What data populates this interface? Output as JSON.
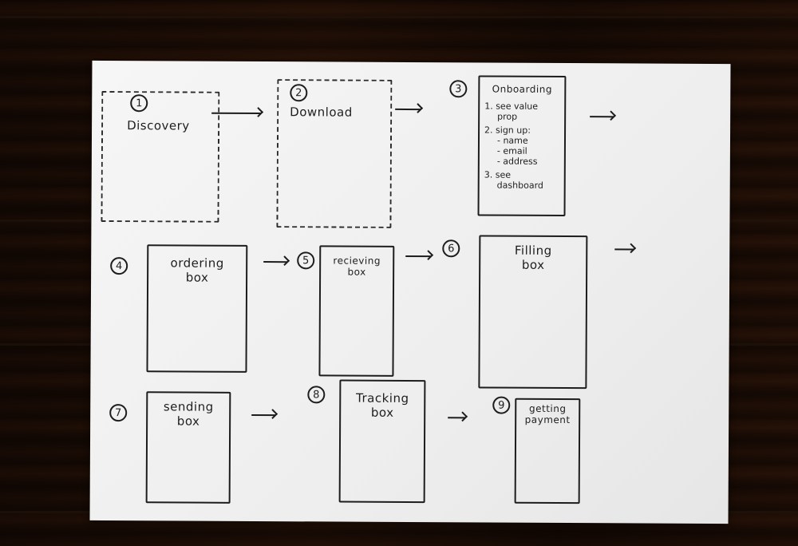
{
  "steps": [
    {
      "num": "1",
      "lines": [
        "Discovery"
      ]
    },
    {
      "num": "2",
      "lines": [
        "Download"
      ]
    },
    {
      "num": "3",
      "lines": [
        "Onboarding"
      ]
    },
    {
      "num": "4",
      "lines": [
        "ordering",
        "box"
      ]
    },
    {
      "num": "5",
      "lines": [
        "recieving",
        "box"
      ]
    },
    {
      "num": "6",
      "lines": [
        "Filling",
        "box"
      ]
    },
    {
      "num": "7",
      "lines": [
        "sending",
        "box"
      ]
    },
    {
      "num": "8",
      "lines": [
        "Tracking",
        "box"
      ]
    },
    {
      "num": "9",
      "lines": [
        "getting",
        "payment"
      ]
    }
  ],
  "onboarding_details": [
    "1. see value",
    "prop",
    "2. sign up:",
    "- name",
    "- email",
    "- address",
    "3. see",
    "dashboard"
  ]
}
